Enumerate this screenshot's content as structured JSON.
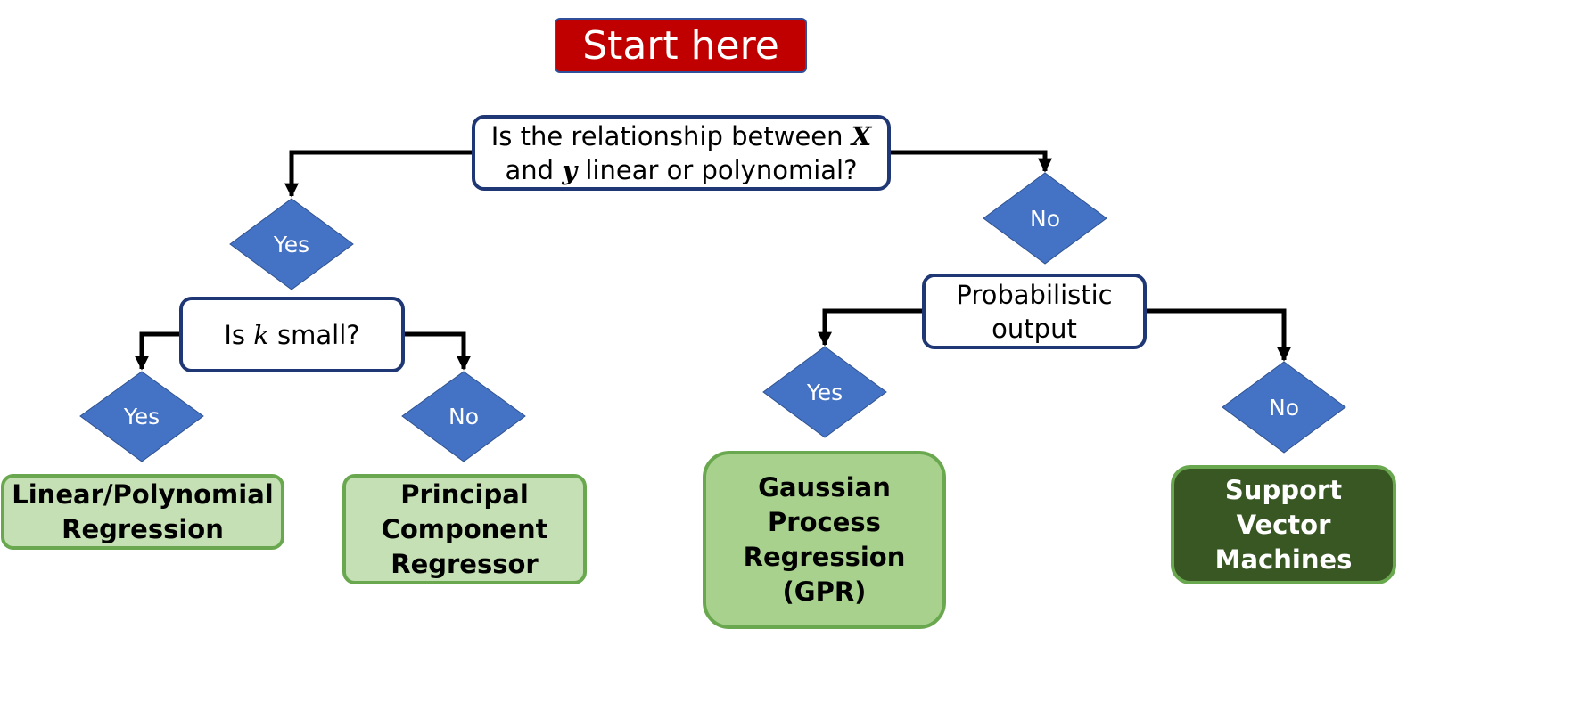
{
  "start": {
    "label": "Start here"
  },
  "questions": {
    "relationship": {
      "line1": "Is the relationship between ",
      "var1": "X",
      "line2a": "and ",
      "var2": "y",
      "line2b": " linear or polynomial?"
    },
    "k_small": {
      "before": "Is ",
      "var": "k",
      "after": " small?"
    },
    "probabilistic": {
      "label": "Probabilistic\noutput"
    }
  },
  "decisions": {
    "rel_yes": "Yes",
    "rel_no": "No",
    "k_yes": "Yes",
    "k_no": "No",
    "prob_yes": "Yes",
    "prob_no": "No"
  },
  "outcomes": {
    "linear": "Linear/Polynomial\nRegression",
    "pcr": "Principal\nComponent\nRegressor",
    "gpr": "Gaussian\nProcess\nRegression\n(GPR)",
    "svm": "Support\nVector\nMachines"
  },
  "colors": {
    "start_fill": "#c00000",
    "question_border": "#1f3774",
    "diamond_fill": "#4472c4",
    "connector": "#000000",
    "leaf_light": "#c5e0b4",
    "leaf_medium": "#a9d18e",
    "leaf_dark": "#385723",
    "leaf_border": "#6aa84f"
  }
}
